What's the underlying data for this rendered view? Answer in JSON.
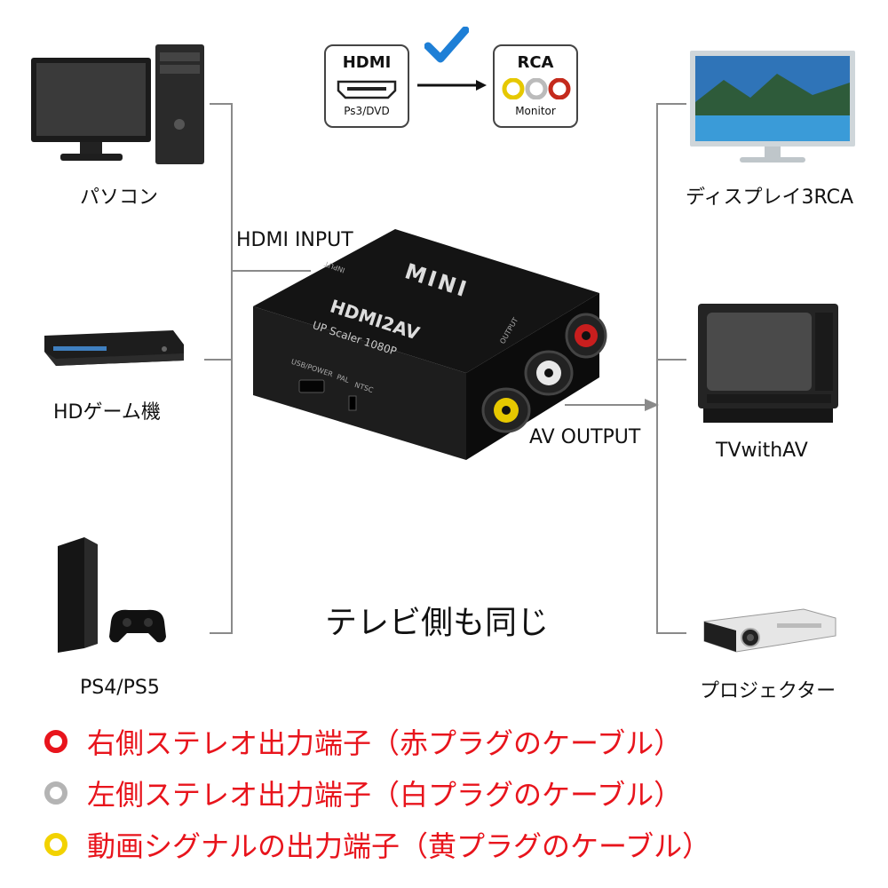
{
  "devices_left": {
    "pc": "パソコン",
    "hd_game": "HDゲーム機",
    "ps": "PS4/PS5"
  },
  "devices_right": {
    "display": "ディスプレイ3RCA",
    "tv": "TVwithAV",
    "projector": "プロジェクター"
  },
  "signal_boxes": {
    "hdmi_title": "HDMI",
    "hdmi_sub": "Ps3/DVD",
    "rca_title": "RCA",
    "rca_sub": "Monitor"
  },
  "converter": {
    "top_text": "MINI",
    "main_text": "HDMI2AV",
    "sub_text": "UP Scaler 1080P",
    "input_text": "INPUT",
    "output_text": "OUTPUT",
    "usb_text": "USB/POWER",
    "pal_text": "PAL",
    "ntsc_text": "NTSC"
  },
  "io_labels": {
    "input": "HDMI INPUT",
    "output": "AV OUTPUT"
  },
  "note": "テレビ側も同じ",
  "legend": [
    {
      "text": "右側ステレオ出力端子（赤プラグのケーブル）",
      "color": "#e8141c",
      "ring": "#e8141c"
    },
    {
      "text": "左側ステレオ出力端子（白プラグのケーブル）",
      "color": "#e8141c",
      "ring": "#b4b4b4"
    },
    {
      "text": "動画シグナルの出力端子（黄プラグのケーブル）",
      "color": "#e8141c",
      "ring": "#f2d200"
    }
  ],
  "colors": {
    "connector_line": "#8a8a8a",
    "device_black": "#1a1a1a",
    "check_blue": "#1e7fd6"
  }
}
